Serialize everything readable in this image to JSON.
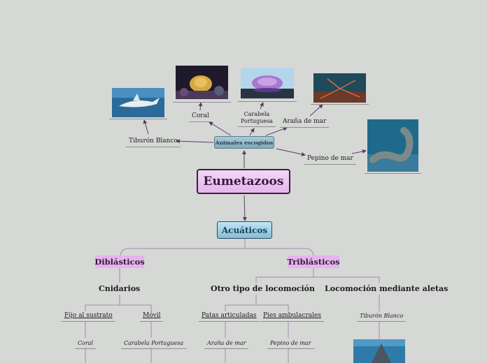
{
  "root": "Eumetazoos",
  "animals_node": "Animales escogidos",
  "animals": {
    "shark": "Tiburón Blanco",
    "coral": "Coral",
    "caravel_line1": "Carabela",
    "caravel_line2": "Portuguesa",
    "spider": "Araña de mar",
    "cucumber": "Pepino de mar"
  },
  "aquatic": "Acuáticos",
  "diblasticos": {
    "title": "Diblásticos",
    "group": "Cnidarios",
    "fixed": "Fijo al sustrato",
    "fixed_ex": "Coral",
    "mobile": "Móvil",
    "mobile_ex": "Carabela Portuguesa"
  },
  "triblasticos": {
    "title": "Triblásticos",
    "other": "Otro tipo de locomoción",
    "legs": "Patas articuladas",
    "legs_ex": "Araña de mar",
    "feet": "Pies ambulacrales",
    "feet_ex": "Pepino de mar",
    "fins": "Locomoción mediante aletas",
    "fins_ex": "Tiburón Blanco"
  },
  "colors": {
    "background": "#d6d8d6",
    "line": "#5c3a66",
    "tree_line": "#a38aa9"
  }
}
